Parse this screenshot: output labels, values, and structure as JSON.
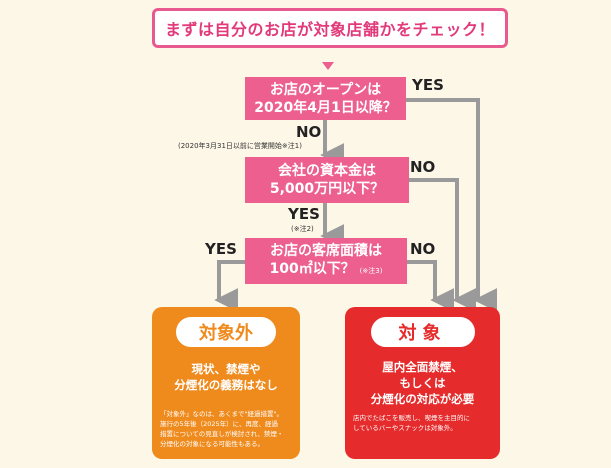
{
  "title": "まずは自分のお店が対象店舗かをチェック！",
  "q1": {
    "line1": "お店のオープンは",
    "line2": "2020年4月1日以降？"
  },
  "q1_yes": "YES",
  "q1_no": "NO",
  "q1_note": "(2020年3月31日以前に営業開始※注1)",
  "q2": {
    "line1": "会社の資本金は",
    "line2": "5,000万円以下？"
  },
  "q2_no": "NO",
  "q2_yes": "YES",
  "q2_note": "(※注2)",
  "q3": {
    "line1": "お店の客席面積は",
    "line2": "100㎡以下？",
    "note": "(※注3)"
  },
  "q3_yes": "YES",
  "q3_no": "NO",
  "exempt": {
    "label": "対象外",
    "line1": "現状、禁煙や",
    "line2": "分煙化の義務はなし",
    "note1": "「対象外」なのは、あくまで\"経過措置\"。",
    "note2": "施行の5年後（2025年）に、再度、経過",
    "note3": "措置についての見直しが検討され、禁煙・",
    "note4": "分煙化の対象になる可能性もある。"
  },
  "target": {
    "label": "対象",
    "line1": "屋内全面禁煙、",
    "line2": "もしくは",
    "line3": "分煙化の対応が必要",
    "note1": "店内でたばこを販売し、喫煙を主目的に",
    "note2": "しているバーやスナックは対象外。"
  },
  "colors": {
    "pink": "#ec5f8f",
    "orange": "#ef8a1d",
    "red": "#e52b2b",
    "arrow": "#9a9a9a"
  }
}
